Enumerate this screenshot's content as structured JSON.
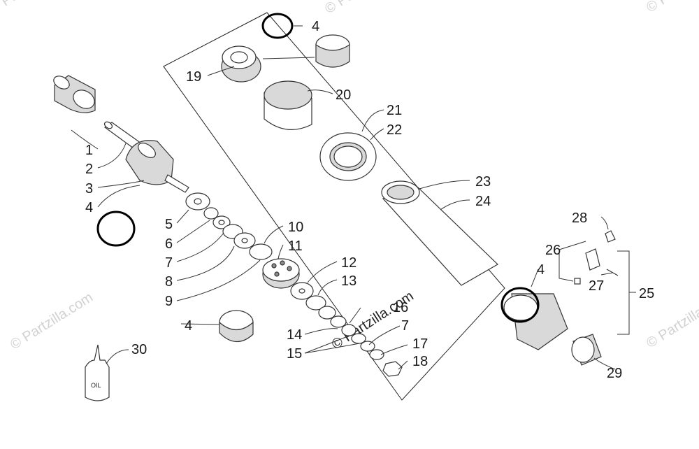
{
  "watermark": {
    "center": "© Partzilla.com",
    "side": "© Partzilla.com"
  },
  "bottle_label": "OIL",
  "callouts": {
    "c1": "1",
    "c2": "2",
    "c3": "3",
    "c4a": "4",
    "c4b": "4",
    "c4c": "4",
    "c4d": "4",
    "c5": "5",
    "c6": "6",
    "c7a": "7",
    "c7b": "7",
    "c8": "8",
    "c9": "9",
    "c10": "10",
    "c11": "11",
    "c12": "12",
    "c13": "13",
    "c14": "14",
    "c15": "15",
    "c16": "16",
    "c17": "17",
    "c18": "18",
    "c19": "19",
    "c20": "20",
    "c21": "21",
    "c22": "22",
    "c23": "23",
    "c24": "24",
    "c25": "25",
    "c26": "26",
    "c27": "27",
    "c28": "28",
    "c29": "29",
    "c30": "30"
  }
}
